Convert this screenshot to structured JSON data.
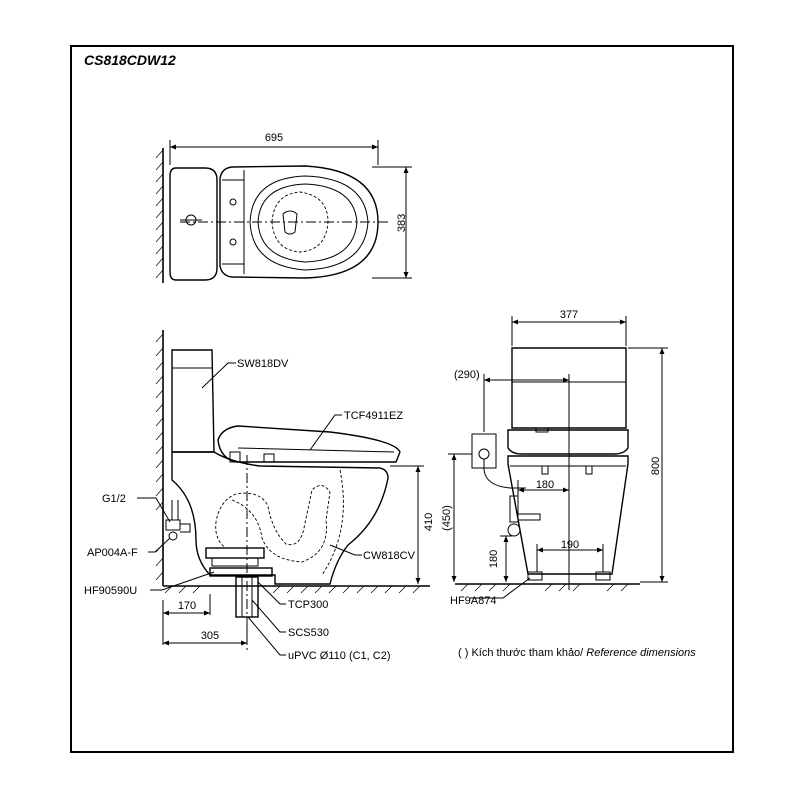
{
  "model": "CS818CDW12",
  "top_view": {
    "width": "695",
    "depth": "383"
  },
  "side_view": {
    "seat": "SW818DV",
    "washlet": "TCF4911EZ",
    "bowl": "CW818CV",
    "inlet": "G1/2",
    "valve": "AP004A-F",
    "flange": "HF90590U",
    "adapter": "TCP300",
    "socket": "SCS530",
    "pipe": "uPVC Ø110 (C1, C2)",
    "height_outlet": "410",
    "offset_170": "170",
    "offset_305": "305"
  },
  "front_view": {
    "width": "377",
    "height": "800",
    "ref_290": "(290)",
    "ref_450": "(450)",
    "dim_180_a": "180",
    "dim_180_b": "180",
    "dim_190": "190",
    "foot": "HF9A874"
  },
  "note": {
    "prefix": "( ) Kích thước tham khảo/ ",
    "italic": "Reference dimensions"
  }
}
